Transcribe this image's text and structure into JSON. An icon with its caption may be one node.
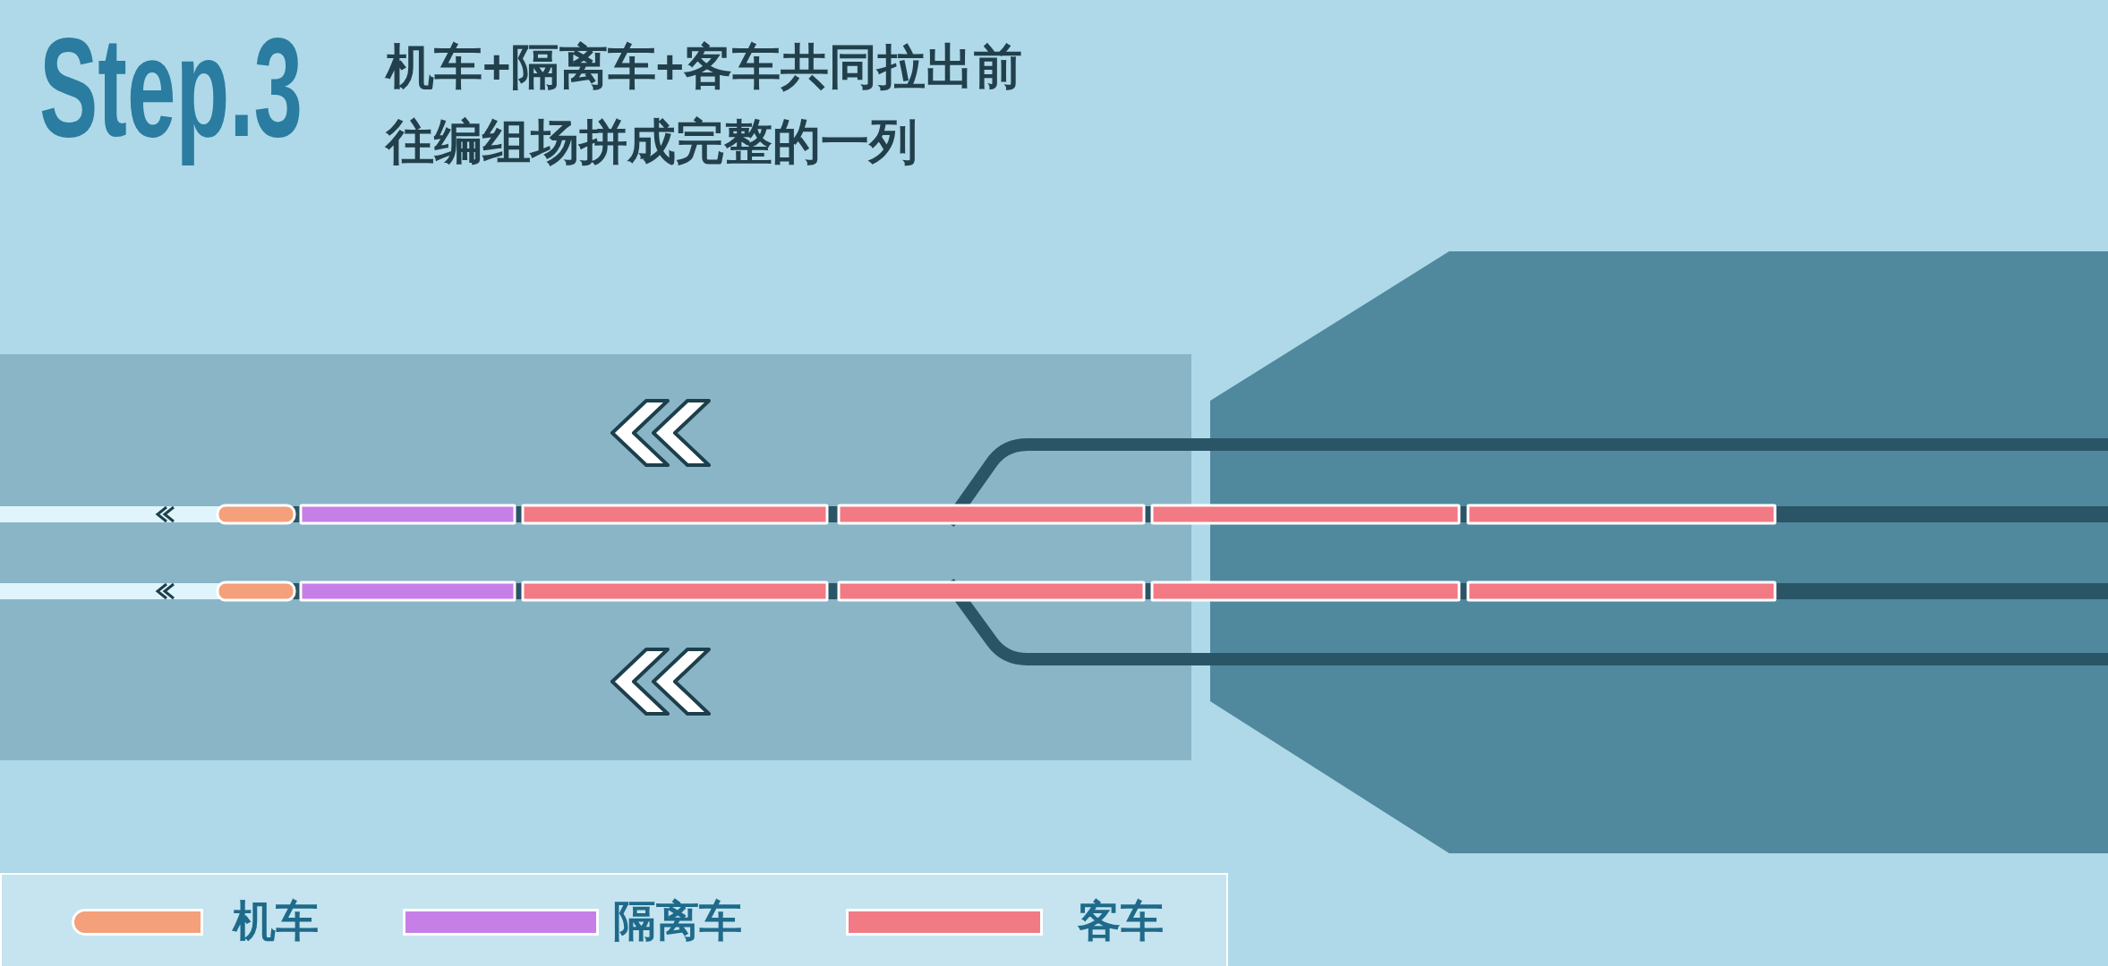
{
  "diagram": {
    "title": "Step.3",
    "labels": [
      "机车+隔离车+客车共同拉出前往编组场拼成完整的一列"
    ],
    "legend": [
      {
        "text": "机车",
        "color": "#f4a07a"
      },
      {
        "text": "隔离车",
        "color": "#c77fe8"
      },
      {
        "text": "客车",
        "color": "#f27a85"
      }
    ]
  }
}
